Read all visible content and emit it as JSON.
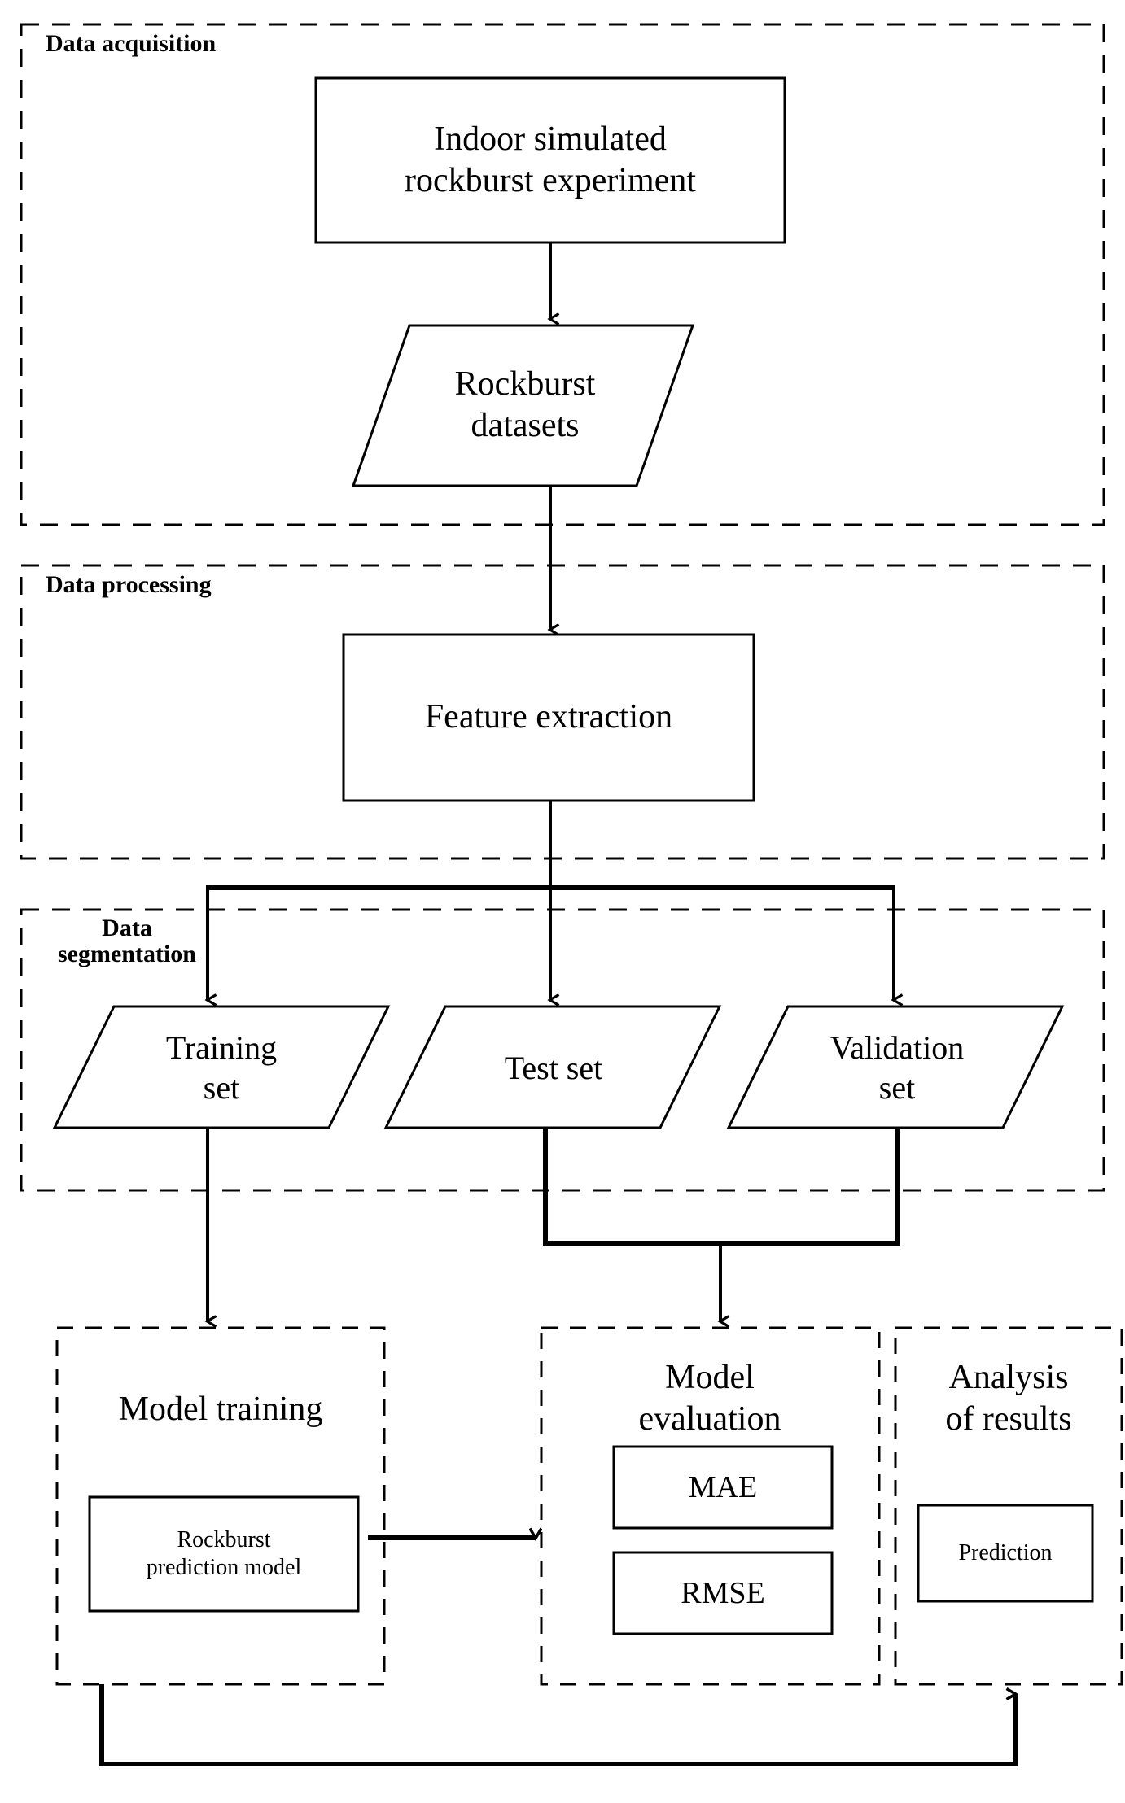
{
  "diagram": {
    "title": "Rockburst prediction workflow flowchart",
    "colors": {
      "stroke": "#000000",
      "background": "#ffffff",
      "box_border": "#000000",
      "dashed_border": "#000000"
    },
    "sections": [
      {
        "id": "data-acquisition",
        "label": "Data acquisition"
      },
      {
        "id": "data-processing",
        "label": "Data processing"
      },
      {
        "id": "data-segmentation",
        "label": "Data\nsegmentation"
      }
    ],
    "panels": [
      {
        "id": "model-training",
        "label": "Model training"
      },
      {
        "id": "model-evaluation",
        "label": "Model\nevaluation"
      },
      {
        "id": "analysis-of-results",
        "label": "Analysis\nof results"
      }
    ],
    "nodes": {
      "experiment": {
        "label": "Indoor simulated\nrockburst experiment",
        "shape": "rect"
      },
      "datasets": {
        "label": "Rockburst\ndatasets",
        "shape": "parallelogram"
      },
      "feature_extraction": {
        "label": "Feature extraction",
        "shape": "rect"
      },
      "training_set": {
        "label": "Training\nset",
        "shape": "parallelogram"
      },
      "test_set": {
        "label": "Test set",
        "shape": "parallelogram"
      },
      "validation_set": {
        "label": "Validation\nset",
        "shape": "parallelogram"
      },
      "prediction_model": {
        "label": "Rockburst\nprediction model",
        "shape": "rect"
      },
      "mae": {
        "label": "MAE",
        "shape": "rect"
      },
      "rmse": {
        "label": "RMSE",
        "shape": "rect"
      },
      "prediction": {
        "label": "Prediction",
        "shape": "rect"
      }
    },
    "edges": [
      {
        "from": "experiment",
        "to": "datasets",
        "type": "arrow-down"
      },
      {
        "from": "datasets",
        "to": "feature_extraction",
        "type": "arrow-down"
      },
      {
        "from": "feature_extraction",
        "to": "training_set",
        "type": "split-arrow-down"
      },
      {
        "from": "feature_extraction",
        "to": "test_set",
        "type": "split-arrow-down"
      },
      {
        "from": "feature_extraction",
        "to": "validation_set",
        "type": "split-arrow-down"
      },
      {
        "from": "training_set",
        "to": "model-training",
        "type": "arrow-down"
      },
      {
        "from": "test_set",
        "to": "model-evaluation",
        "type": "merge-arrow-down"
      },
      {
        "from": "validation_set",
        "to": "model-evaluation",
        "type": "merge-arrow-down"
      },
      {
        "from": "prediction_model",
        "to": "model-evaluation",
        "type": "arrow-right"
      },
      {
        "from": "analysis-of-results",
        "to": "model-training",
        "type": "feedback-loop"
      }
    ]
  }
}
